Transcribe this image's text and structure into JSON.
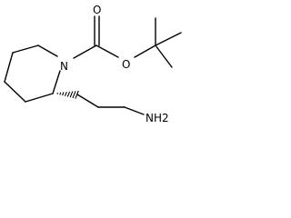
{
  "molecule": {
    "atoms": {
      "ring_n": "N",
      "carbonyl_o": "O",
      "ester_o": "O",
      "amine": "NH2"
    }
  }
}
